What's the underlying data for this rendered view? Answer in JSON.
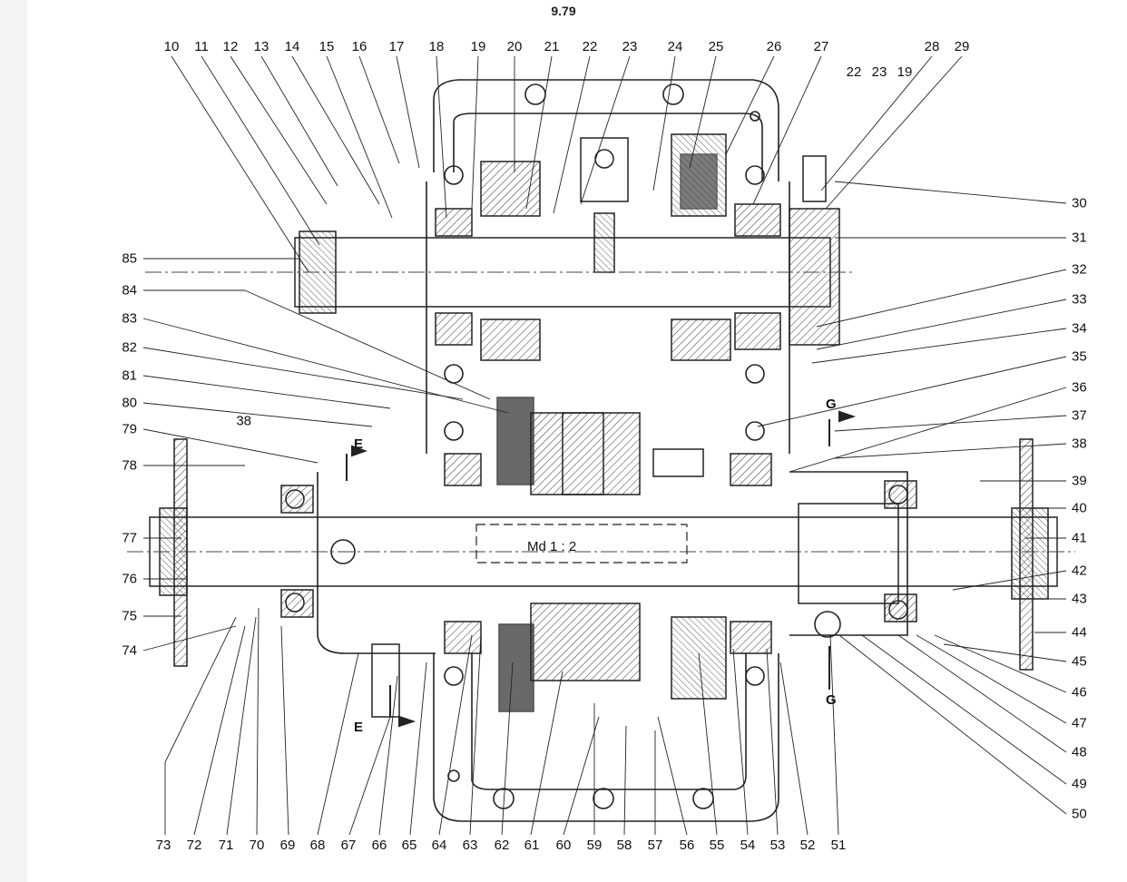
{
  "page_number": "9.79",
  "ratio_label": "Md 1 : 2",
  "section_marks": {
    "e_top": "E",
    "e_bottom": "E",
    "g_top": "G",
    "g_bottom": "G"
  },
  "callouts": {
    "top": [
      "10",
      "11",
      "12",
      "13",
      "14",
      "15",
      "16",
      "17",
      "18",
      "19",
      "20",
      "21",
      "22",
      "23",
      "24",
      "25",
      "26",
      "27",
      "28",
      "29"
    ],
    "top_second_row": [
      "22",
      "23",
      "19"
    ],
    "left": [
      "85",
      "84",
      "83",
      "82",
      "81",
      "80",
      "79",
      "78",
      "77",
      "76",
      "75",
      "74"
    ],
    "inner_left": [
      "38"
    ],
    "right": [
      "30",
      "31",
      "32",
      "33",
      "34",
      "35",
      "36",
      "37",
      "38",
      "39",
      "40",
      "41",
      "42",
      "43",
      "44",
      "45",
      "46",
      "47",
      "48",
      "49",
      "50"
    ],
    "bottom": [
      "73",
      "72",
      "71",
      "70",
      "69",
      "68",
      "67",
      "66",
      "65",
      "64",
      "63",
      "62",
      "61",
      "60",
      "59",
      "58",
      "57",
      "56",
      "55",
      "54",
      "53",
      "52",
      "51"
    ]
  }
}
